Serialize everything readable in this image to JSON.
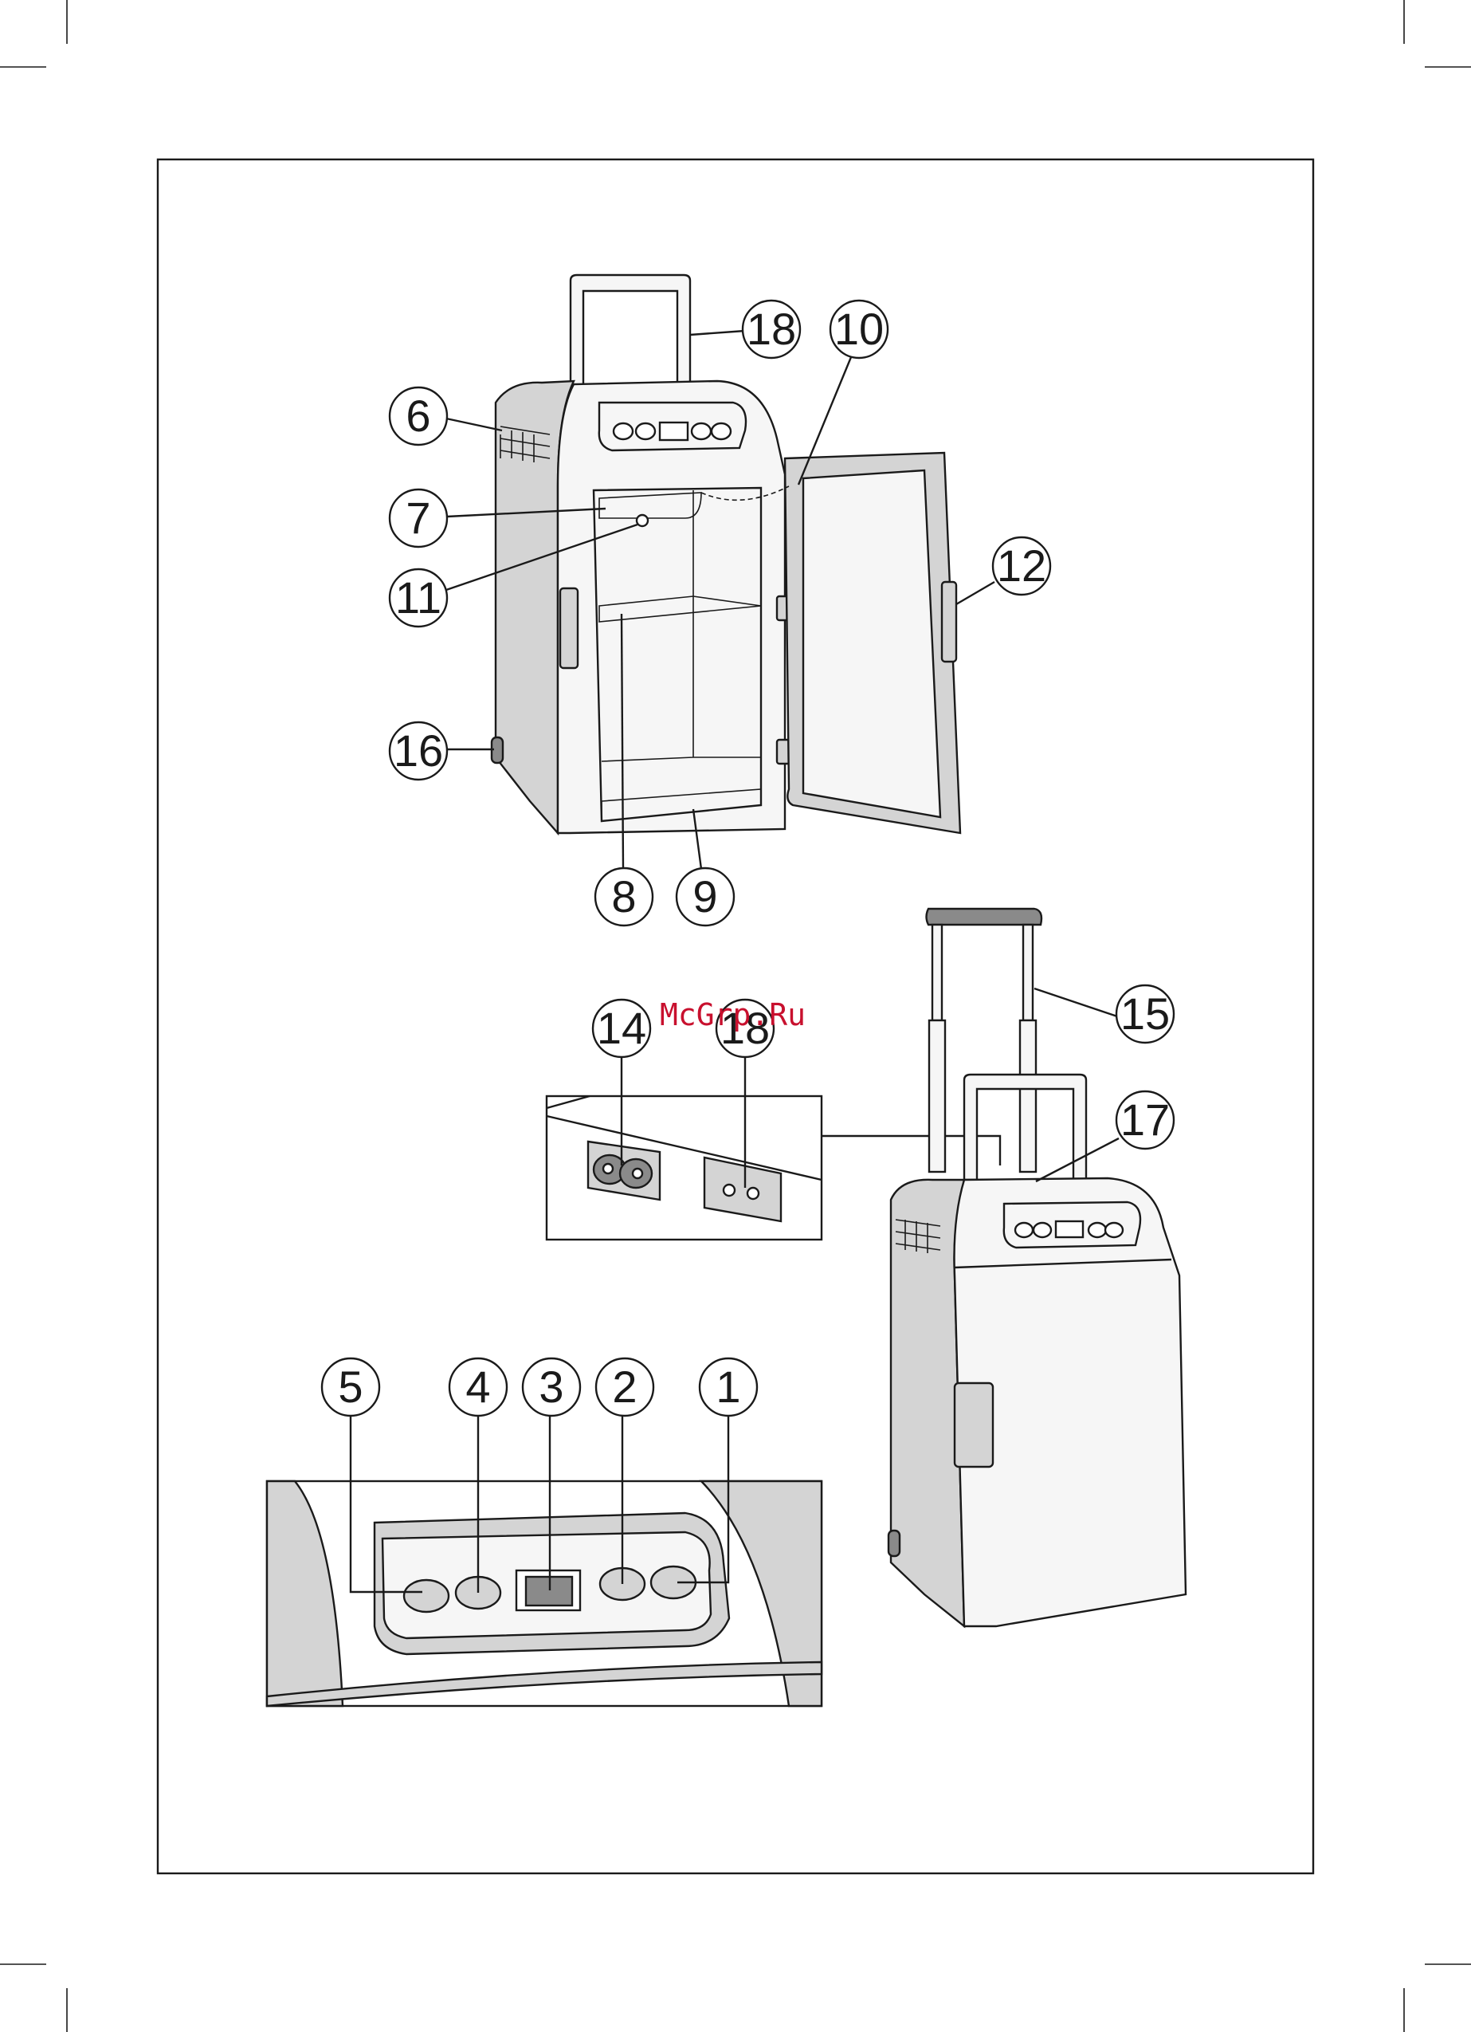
{
  "watermark": "McGrp.Ru",
  "callouts": {
    "c1": "1",
    "c2": "2",
    "c3": "3",
    "c4": "4",
    "c5": "5",
    "c6": "6",
    "c7": "7",
    "c8": "8",
    "c9": "9",
    "c10": "10",
    "c11": "11",
    "c12": "12",
    "c14": "14",
    "c15": "15",
    "c16": "16",
    "c17": "17",
    "c18a": "18",
    "c18b": "18"
  }
}
